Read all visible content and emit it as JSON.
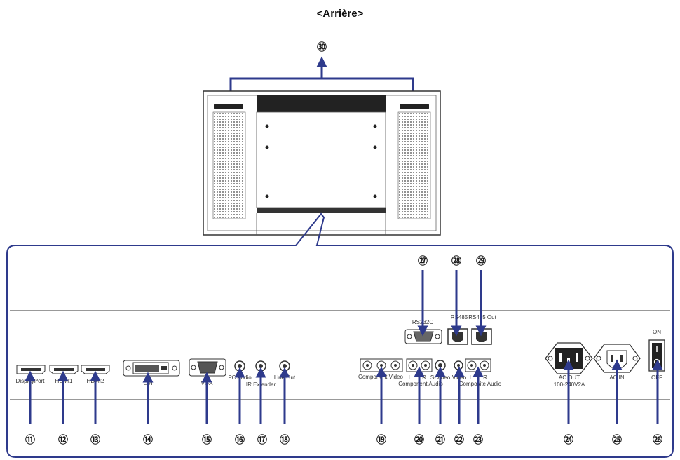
{
  "title": "<Arrière>",
  "callout_top": "㉚",
  "ports": [
    {
      "id": "11",
      "label": "DisplayPort",
      "callout": "⑪"
    },
    {
      "id": "12",
      "label": "HDMI1",
      "callout": "⑫"
    },
    {
      "id": "13",
      "label": "HDMI2",
      "callout": "⑬"
    },
    {
      "id": "14",
      "label": "DVI",
      "callout": "⑭"
    },
    {
      "id": "15",
      "label": "VGA",
      "callout": "⑮"
    },
    {
      "id": "16",
      "label": "PC Audio",
      "callout": "⑯"
    },
    {
      "id": "17",
      "label": "IR Extender",
      "callout": "⑰"
    },
    {
      "id": "18",
      "label": "Line Out",
      "callout": "⑱"
    },
    {
      "id": "19",
      "label": "Component Video",
      "callout": "⑲"
    },
    {
      "id": "20",
      "label": "Component Audio",
      "callout": "⑳"
    },
    {
      "id": "21",
      "label": "S-Video",
      "callout": "㉑"
    },
    {
      "id": "22",
      "label": "Video",
      "callout": "㉒"
    },
    {
      "id": "23",
      "label": "Composite Audio",
      "callout": "㉓"
    },
    {
      "id": "24",
      "label": "AC OUT",
      "sublabel": "100-240V2A",
      "callout": "㉔"
    },
    {
      "id": "25",
      "label": "AC IN",
      "callout": "㉕"
    },
    {
      "id": "26",
      "label": "ON",
      "label_off": "OFF",
      "callout": "㉖"
    },
    {
      "id": "27",
      "label": "RS232C",
      "callout": "㉗"
    },
    {
      "id": "28",
      "label": "RS485",
      "callout": "㉘"
    },
    {
      "id": "29",
      "label": "RS485 Out",
      "callout": "㉙"
    }
  ],
  "lr_left": "L",
  "lr_right": "R",
  "colors": {
    "accent": "#2e3a8c",
    "line": "#333333"
  }
}
